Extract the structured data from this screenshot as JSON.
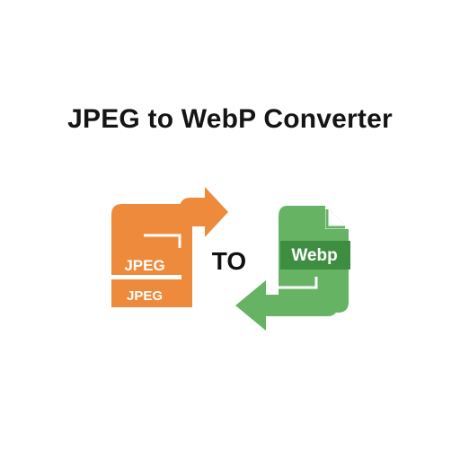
{
  "title": "JPEG to WebP Converter",
  "source_icon": {
    "label_top": "JPEG",
    "label_bottom": "JPEG",
    "icon": "jpeg-file-stack-icon",
    "color": "#EE8A3C"
  },
  "connector": {
    "text": "TO"
  },
  "target_icon": {
    "label": "Webp",
    "icon": "webp-file-icon",
    "color": "#66B364",
    "color_dark": "#3E8E41"
  },
  "arrows": {
    "forward_icon": "arrow-right-icon",
    "back_icon": "arrow-left-icon"
  }
}
